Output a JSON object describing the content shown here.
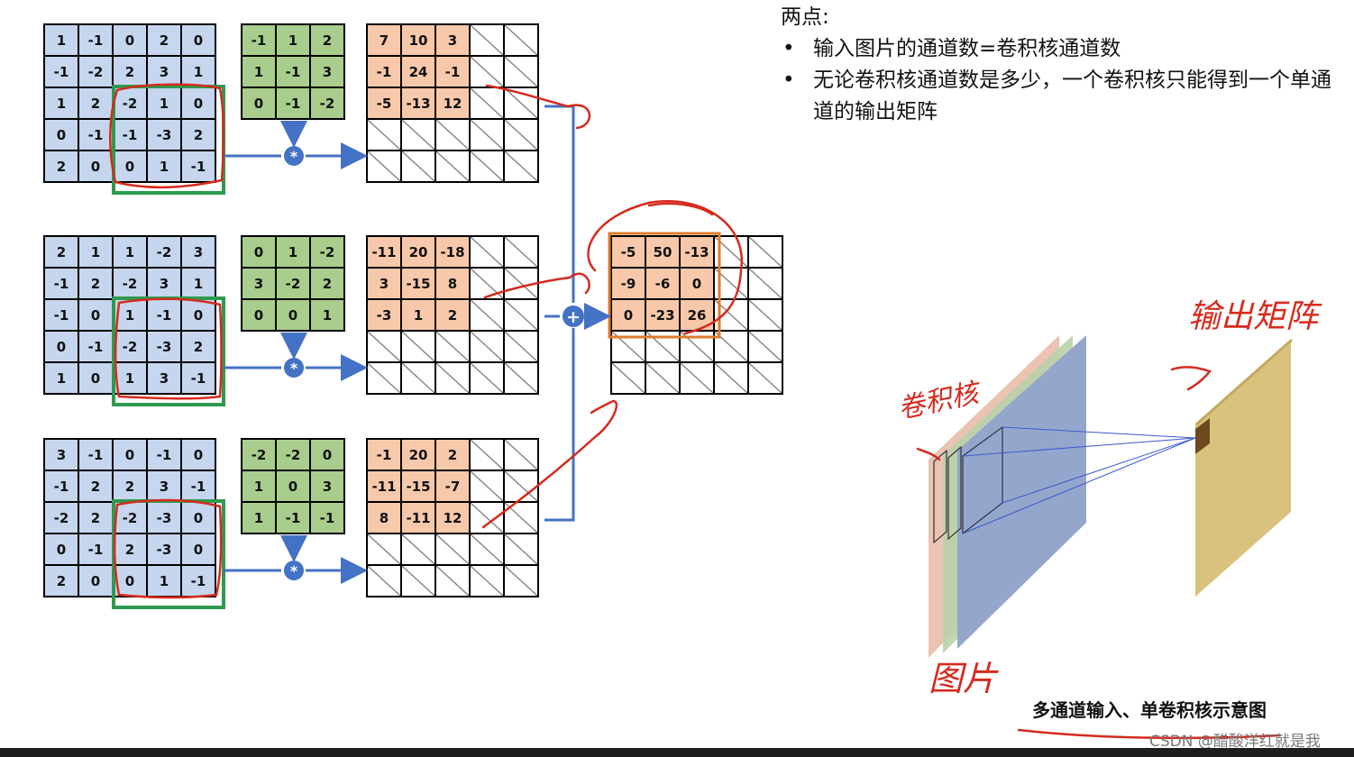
{
  "notes": {
    "title": "两点:",
    "bullets": [
      "输入图片的通道数=卷积核通道数",
      "无论卷积核通道数是多少，一个卷积核只能得到一个单通道的输出矩阵"
    ]
  },
  "channels": [
    {
      "input": [
        [
          "1",
          "-1",
          "0",
          "2",
          "0"
        ],
        [
          "-1",
          "-2",
          "2",
          "3",
          "1"
        ],
        [
          "1",
          "2",
          "-2",
          "1",
          "0"
        ],
        [
          "0",
          "-1",
          "-1",
          "-3",
          "2"
        ],
        [
          "2",
          "0",
          "0",
          "1",
          "-1"
        ]
      ],
      "kernel": [
        [
          "-1",
          "1",
          "2"
        ],
        [
          "1",
          "-1",
          "3"
        ],
        [
          "0",
          "-1",
          "-2"
        ]
      ],
      "output": [
        [
          "7",
          "10",
          "3"
        ],
        [
          "-1",
          "24",
          "-1"
        ],
        [
          "-5",
          "-13",
          "12"
        ]
      ]
    },
    {
      "input": [
        [
          "2",
          "1",
          "1",
          "-2",
          "3"
        ],
        [
          "-1",
          "2",
          "-2",
          "3",
          "1"
        ],
        [
          "-1",
          "0",
          "1",
          "-1",
          "0"
        ],
        [
          "0",
          "-1",
          "-2",
          "-3",
          "2"
        ],
        [
          "1",
          "0",
          "1",
          "3",
          "-1"
        ]
      ],
      "kernel": [
        [
          "0",
          "1",
          "-2"
        ],
        [
          "3",
          "-2",
          "2"
        ],
        [
          "0",
          "0",
          "1"
        ]
      ],
      "output": [
        [
          "-11",
          "20",
          "-18"
        ],
        [
          "3",
          "-15",
          "8"
        ],
        [
          "-3",
          "1",
          "2"
        ]
      ]
    },
    {
      "input": [
        [
          "3",
          "-1",
          "0",
          "-1",
          "0"
        ],
        [
          "-1",
          "2",
          "2",
          "3",
          "-1"
        ],
        [
          "-2",
          "2",
          "-2",
          "-3",
          "0"
        ],
        [
          "0",
          "-1",
          "2",
          "-3",
          "0"
        ],
        [
          "2",
          "0",
          "0",
          "1",
          "-1"
        ]
      ],
      "kernel": [
        [
          "-2",
          "-2",
          "0"
        ],
        [
          "1",
          "0",
          "3"
        ],
        [
          "1",
          "-1",
          "-1"
        ]
      ],
      "output": [
        [
          "-1",
          "20",
          "2"
        ],
        [
          "-11",
          "-15",
          "-7"
        ],
        [
          "8",
          "-11",
          "12"
        ]
      ]
    }
  ],
  "result": [
    [
      "-5",
      "50",
      "-13"
    ],
    [
      "-9",
      "-6",
      "0"
    ],
    [
      "0",
      "-23",
      "26"
    ]
  ],
  "operators": {
    "conv": "*",
    "sum": "+"
  },
  "annotations": {
    "kernel_label": "卷积核",
    "output_label": "输出矩阵",
    "image_label": "图片"
  },
  "caption": "多通道输入、单卷积核示意图",
  "watermark": "CSDN @醋酸洋红就是我",
  "colors": {
    "input_fill": "#c5d6ee",
    "kernel_fill": "#a9cd8c",
    "output_fill": "#f7c8aa",
    "arrow": "#4472c4",
    "highlight": "#2e9a4e",
    "pen": "#d62a1e",
    "result_border": "#e07b2c"
  }
}
